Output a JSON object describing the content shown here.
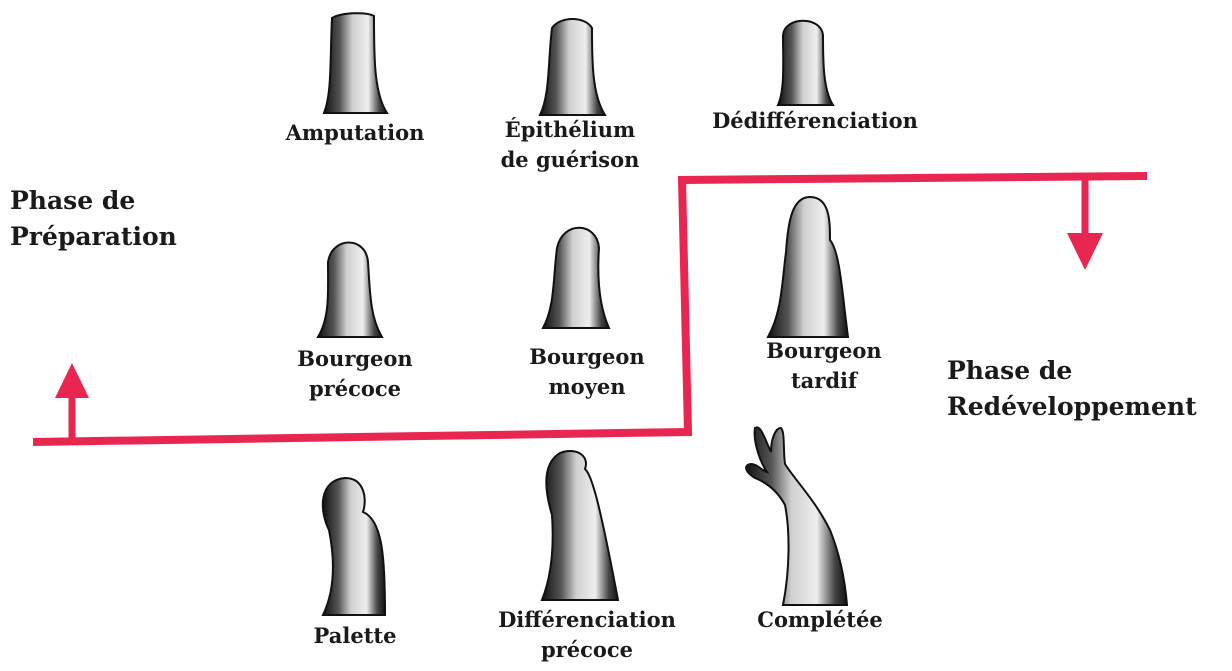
{
  "phases": {
    "preparation": "Phase de\nPréparation",
    "redevelopment": "Phase de\nRedéveloppement"
  },
  "stages": [
    {
      "name": "Amputation",
      "label": "Amputation",
      "icon": "stump-amputation-icon"
    },
    {
      "name": "wound-epithelium",
      "label": "Épithélium\nde guérison",
      "icon": "stump-epithelium-icon"
    },
    {
      "name": "dedifferentiation",
      "label": "Dédifférenciation",
      "icon": "stump-dedifferentiation-icon"
    },
    {
      "name": "early-bud",
      "label": "Bourgeon\nprécoce",
      "icon": "early-bud-icon"
    },
    {
      "name": "medium-bud",
      "label": "Bourgeon\nmoyen",
      "icon": "medium-bud-icon"
    },
    {
      "name": "late-bud",
      "label": "Bourgeon\ntardif",
      "icon": "late-bud-icon"
    },
    {
      "name": "palette",
      "label": "Palette",
      "icon": "palette-icon"
    },
    {
      "name": "early-differentiation",
      "label": "Différenciation\nprécoce",
      "icon": "early-differentiation-icon"
    },
    {
      "name": "completed",
      "label": "Complétée",
      "icon": "completed-limb-icon"
    }
  ],
  "colors": {
    "divider": "#e8264f",
    "ink": "#1a1a1a",
    "shade": "#9a9a9a"
  }
}
